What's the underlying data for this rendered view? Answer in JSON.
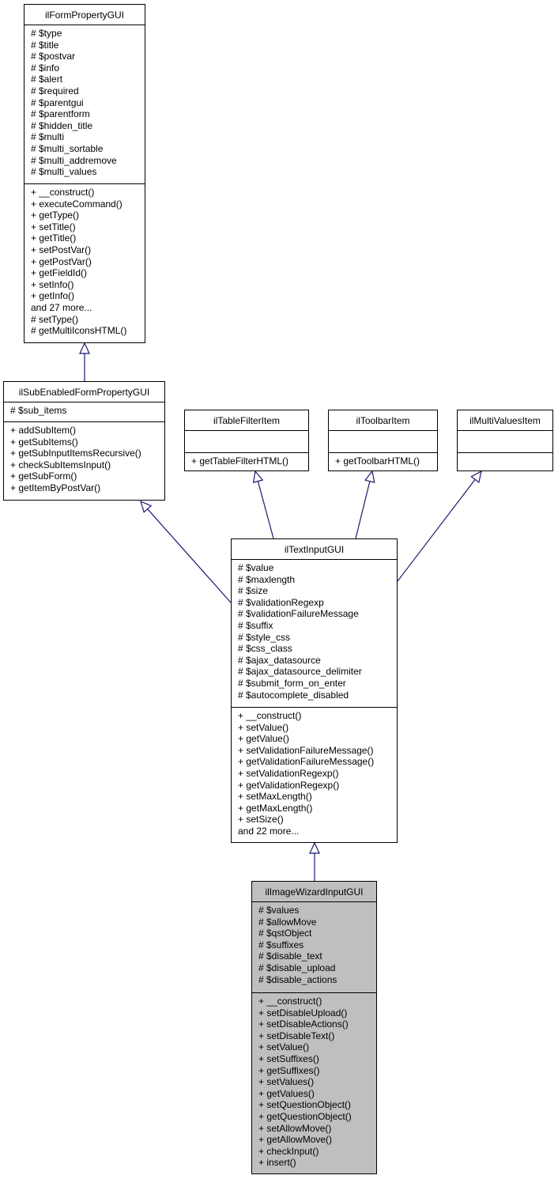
{
  "classes": {
    "form_property": {
      "name": "ilFormPropertyGUI",
      "attributes": [
        "# $type",
        "# $title",
        "# $postvar",
        "# $info",
        "# $alert",
        "# $required",
        "# $parentgui",
        "# $parentform",
        "# $hidden_title",
        "# $multi",
        "# $multi_sortable",
        "# $multi_addremove",
        "# $multi_values"
      ],
      "operations": [
        "+ __construct()",
        "+ executeCommand()",
        "+ getType()",
        "+ setTitle()",
        "+ getTitle()",
        "+ setPostVar()",
        "+ getPostVar()",
        "+ getFieldId()",
        "+ setInfo()",
        "+ getInfo()",
        "and 27 more...",
        "# setType()",
        "# getMultiIconsHTML()"
      ]
    },
    "sub_enabled": {
      "name": "ilSubEnabledFormPropertyGUI",
      "attributes": [
        "# $sub_items"
      ],
      "operations": [
        "+ addSubItem()",
        "+ getSubItems()",
        "+ getSubInputItemsRecursive()",
        "+ checkSubItemsInput()",
        "+ getSubForm()",
        "+ getItemByPostVar()"
      ]
    },
    "table_filter": {
      "name": "ilTableFilterItem",
      "attributes": [],
      "operations": [
        "+ getTableFilterHTML()"
      ]
    },
    "toolbar_item": {
      "name": "ilToolbarItem",
      "attributes": [],
      "operations": [
        "+ getToolbarHTML()"
      ]
    },
    "multi_values": {
      "name": "ilMultiValuesItem",
      "attributes": [],
      "operations": []
    },
    "text_input": {
      "name": "ilTextInputGUI",
      "attributes": [
        "# $value",
        "# $maxlength",
        "# $size",
        "# $validationRegexp",
        "# $validationFailureMessage",
        "# $suffix",
        "# $style_css",
        "# $css_class",
        "# $ajax_datasource",
        "# $ajax_datasource_delimiter",
        "# $submit_form_on_enter",
        "# $autocomplete_disabled"
      ],
      "operations": [
        "+ __construct()",
        "+ setValue()",
        "+ getValue()",
        "+ setValidationFailureMessage()",
        "+ getValidationFailureMessage()",
        "+ setValidationRegexp()",
        "+ getValidationRegexp()",
        "+ setMaxLength()",
        "+ getMaxLength()",
        "+ setSize()",
        "and 22 more..."
      ]
    },
    "image_wizard": {
      "name": "ilImageWizardInputGUI",
      "attributes": [
        "# $values",
        "# $allowMove",
        "# $qstObject",
        "# $suffixes",
        "# $disable_text",
        "# $disable_upload",
        "# $disable_actions"
      ],
      "operations": [
        "+ __construct()",
        "+ setDisableUpload()",
        "+ setDisableActions()",
        "+ setDisableText()",
        "+ setValue()",
        "+ setSuffixes()",
        "+ getSuffixes()",
        "+ setValues()",
        "+ getValues()",
        "+ setQuestionObject()",
        "+ getQuestionObject()",
        "+ setAllowMove()",
        "+ getAllowMove()",
        "+ checkInput()",
        "+ insert()"
      ]
    }
  },
  "edges": [
    {
      "from": "sub_enabled",
      "to": "form_property"
    },
    {
      "from": "text_input",
      "to": "sub_enabled"
    },
    {
      "from": "text_input",
      "to": "table_filter"
    },
    {
      "from": "text_input",
      "to": "toolbar_item"
    },
    {
      "from": "text_input",
      "to": "multi_values"
    },
    {
      "from": "image_wizard",
      "to": "text_input"
    }
  ],
  "colors": {
    "edge": "#191970",
    "focus_fill": "#bfbfbf",
    "border": "#000000"
  }
}
